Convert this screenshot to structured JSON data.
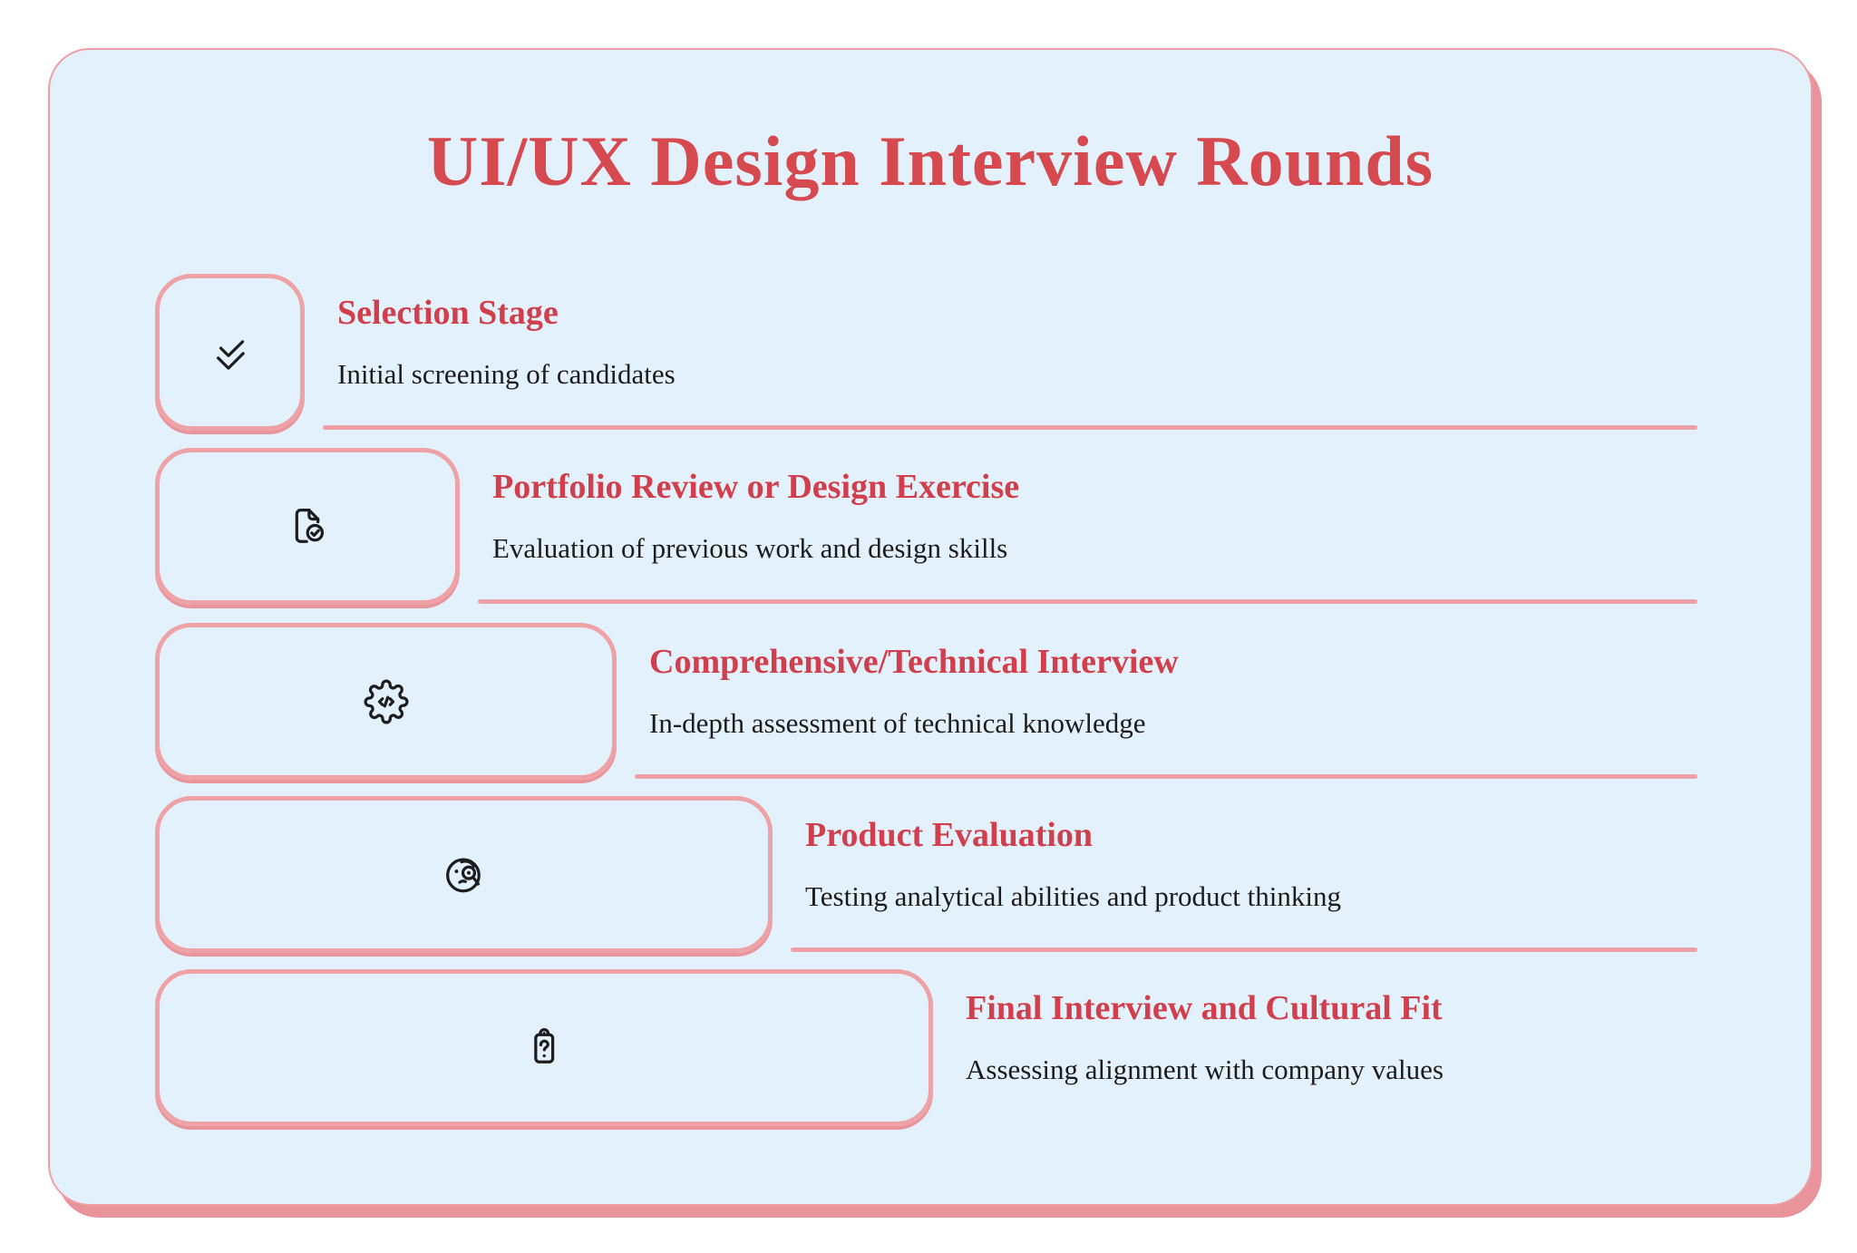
{
  "header": {
    "title": "UI/UX Design Interview Rounds"
  },
  "stages": [
    {
      "title": "Selection Stage",
      "description": "Initial screening of candidates",
      "icon": "double-check-icon"
    },
    {
      "title": "Portfolio Review or Design Exercise",
      "description": "Evaluation of previous work and design skills",
      "icon": "file-check-icon"
    },
    {
      "title": "Comprehensive/Technical Interview",
      "description": "In-depth assessment of technical knowledge",
      "icon": "gear-code-icon"
    },
    {
      "title": "Product Evaluation",
      "description": "Testing analytical abilities and product thinking",
      "icon": "face-magnifier-icon"
    },
    {
      "title": "Final Interview and Cultural Fit",
      "description": "Assessing alignment with company values",
      "icon": "clipboard-question-icon"
    }
  ],
  "colors": {
    "accent_red": "#d5494f",
    "stage_title_red": "#d23f4c",
    "border_pink": "#efa2a6",
    "underline_pink": "#eda0a5",
    "shadow_pink": "#e8949a",
    "card_background": "#e3f1fc",
    "page_background": "#ffffff",
    "text_dark": "#1c1c1c",
    "icon_dark": "#1d1d1f"
  }
}
